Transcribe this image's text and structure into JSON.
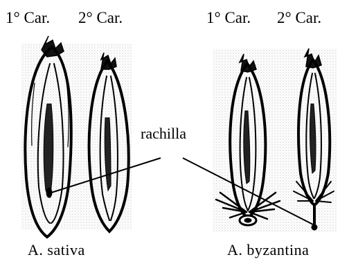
{
  "top_labels": {
    "sativa_primary": "1° Car.",
    "sativa_secondary": "2° Car.",
    "byzantina_primary": "1° Car.",
    "byzantina_secondary": "2° Car."
  },
  "callout": "rachilla",
  "species": {
    "left": "A. sativa",
    "right": "A.  byzantina"
  }
}
